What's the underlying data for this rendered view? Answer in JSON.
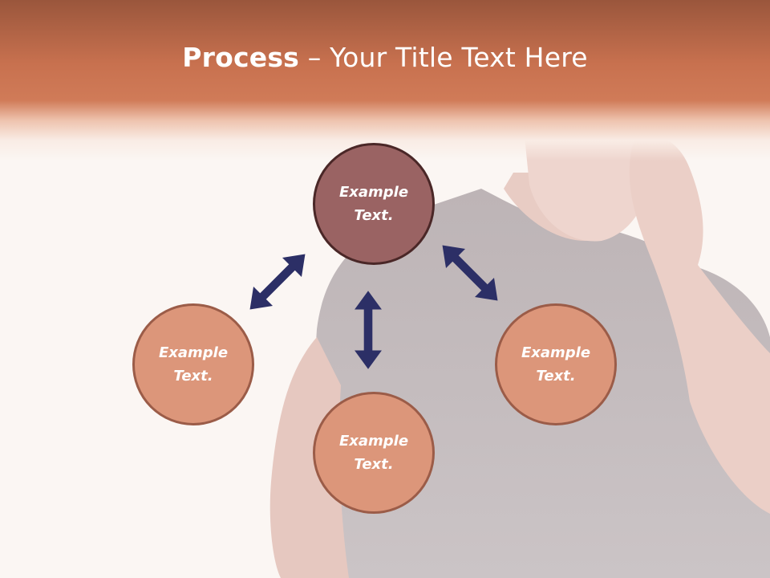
{
  "slide": {
    "title_strong": "Process",
    "title_rest": " – Your Title Text Here"
  },
  "nodes": {
    "center": "Example\nText.",
    "left": "Example\nText.",
    "right": "Example\nText.",
    "bottom": "Example\nText."
  },
  "colors": {
    "header": "#c8714f",
    "center_node": "#9a6363",
    "outer_node": "#dc967a",
    "arrow": "#2c2f66"
  },
  "icons": {
    "arrows": "double-headed-arrow"
  }
}
